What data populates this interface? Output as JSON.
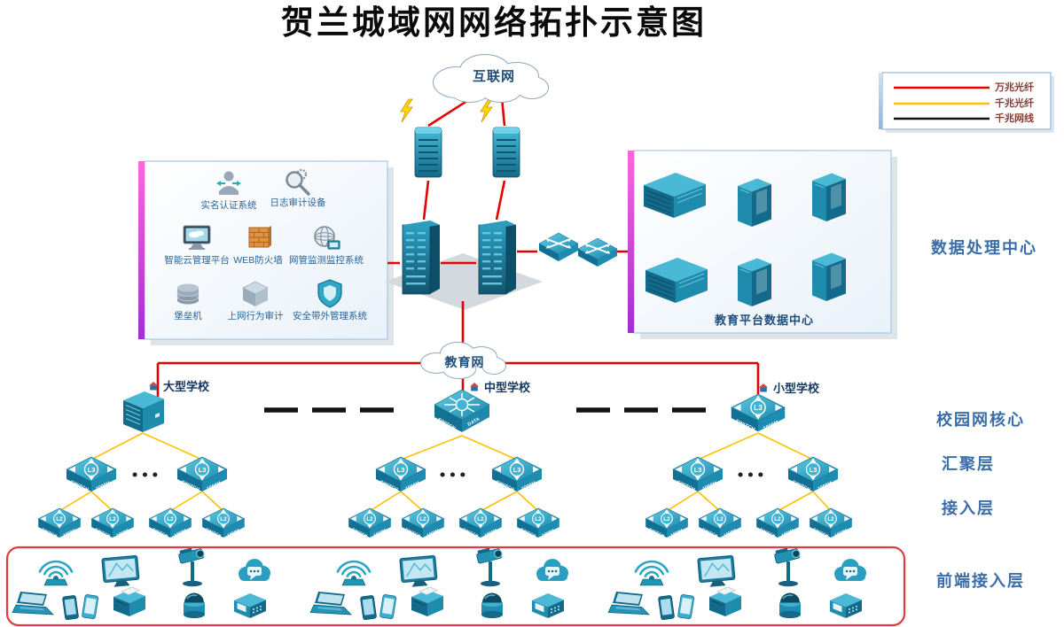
{
  "title": "贺兰城域网网络拓扑示意图",
  "legend": {
    "items": [
      {
        "label": "万兆光纤",
        "color": "#e60000"
      },
      {
        "label": "千兆光纤",
        "color": "#ffc000"
      },
      {
        "label": "千兆网线",
        "color": "#111111"
      }
    ]
  },
  "clouds": {
    "internet": "互联网",
    "edu": "教育网"
  },
  "security_panel": {
    "items": [
      {
        "label": "实名认证系统"
      },
      {
        "label": "日志审计设备"
      },
      {
        "label": "智能云管理平台"
      },
      {
        "label": "WEB防火墙"
      },
      {
        "label": "网管监测监控系统"
      },
      {
        "label": "堡垒机"
      },
      {
        "label": "上网行为审计"
      },
      {
        "label": "安全带外管理系统"
      }
    ]
  },
  "datacenter": {
    "caption": "教育平台数据中心"
  },
  "schools": [
    {
      "name": "大型学校"
    },
    {
      "name": "中型学校"
    },
    {
      "name": "小型学校"
    }
  ],
  "side_labels": {
    "datacenter": "数据处理中心",
    "campus_core": "校园网核心",
    "aggregation": "汇聚层",
    "access": "接入层",
    "frontend": "前端接入层"
  },
  "device_labels": {
    "switch": "SWITCH",
    "speed": "1000M",
    "l3": "L3",
    "l2": "L2",
    "data": "DATA",
    "center": "CENTER"
  }
}
